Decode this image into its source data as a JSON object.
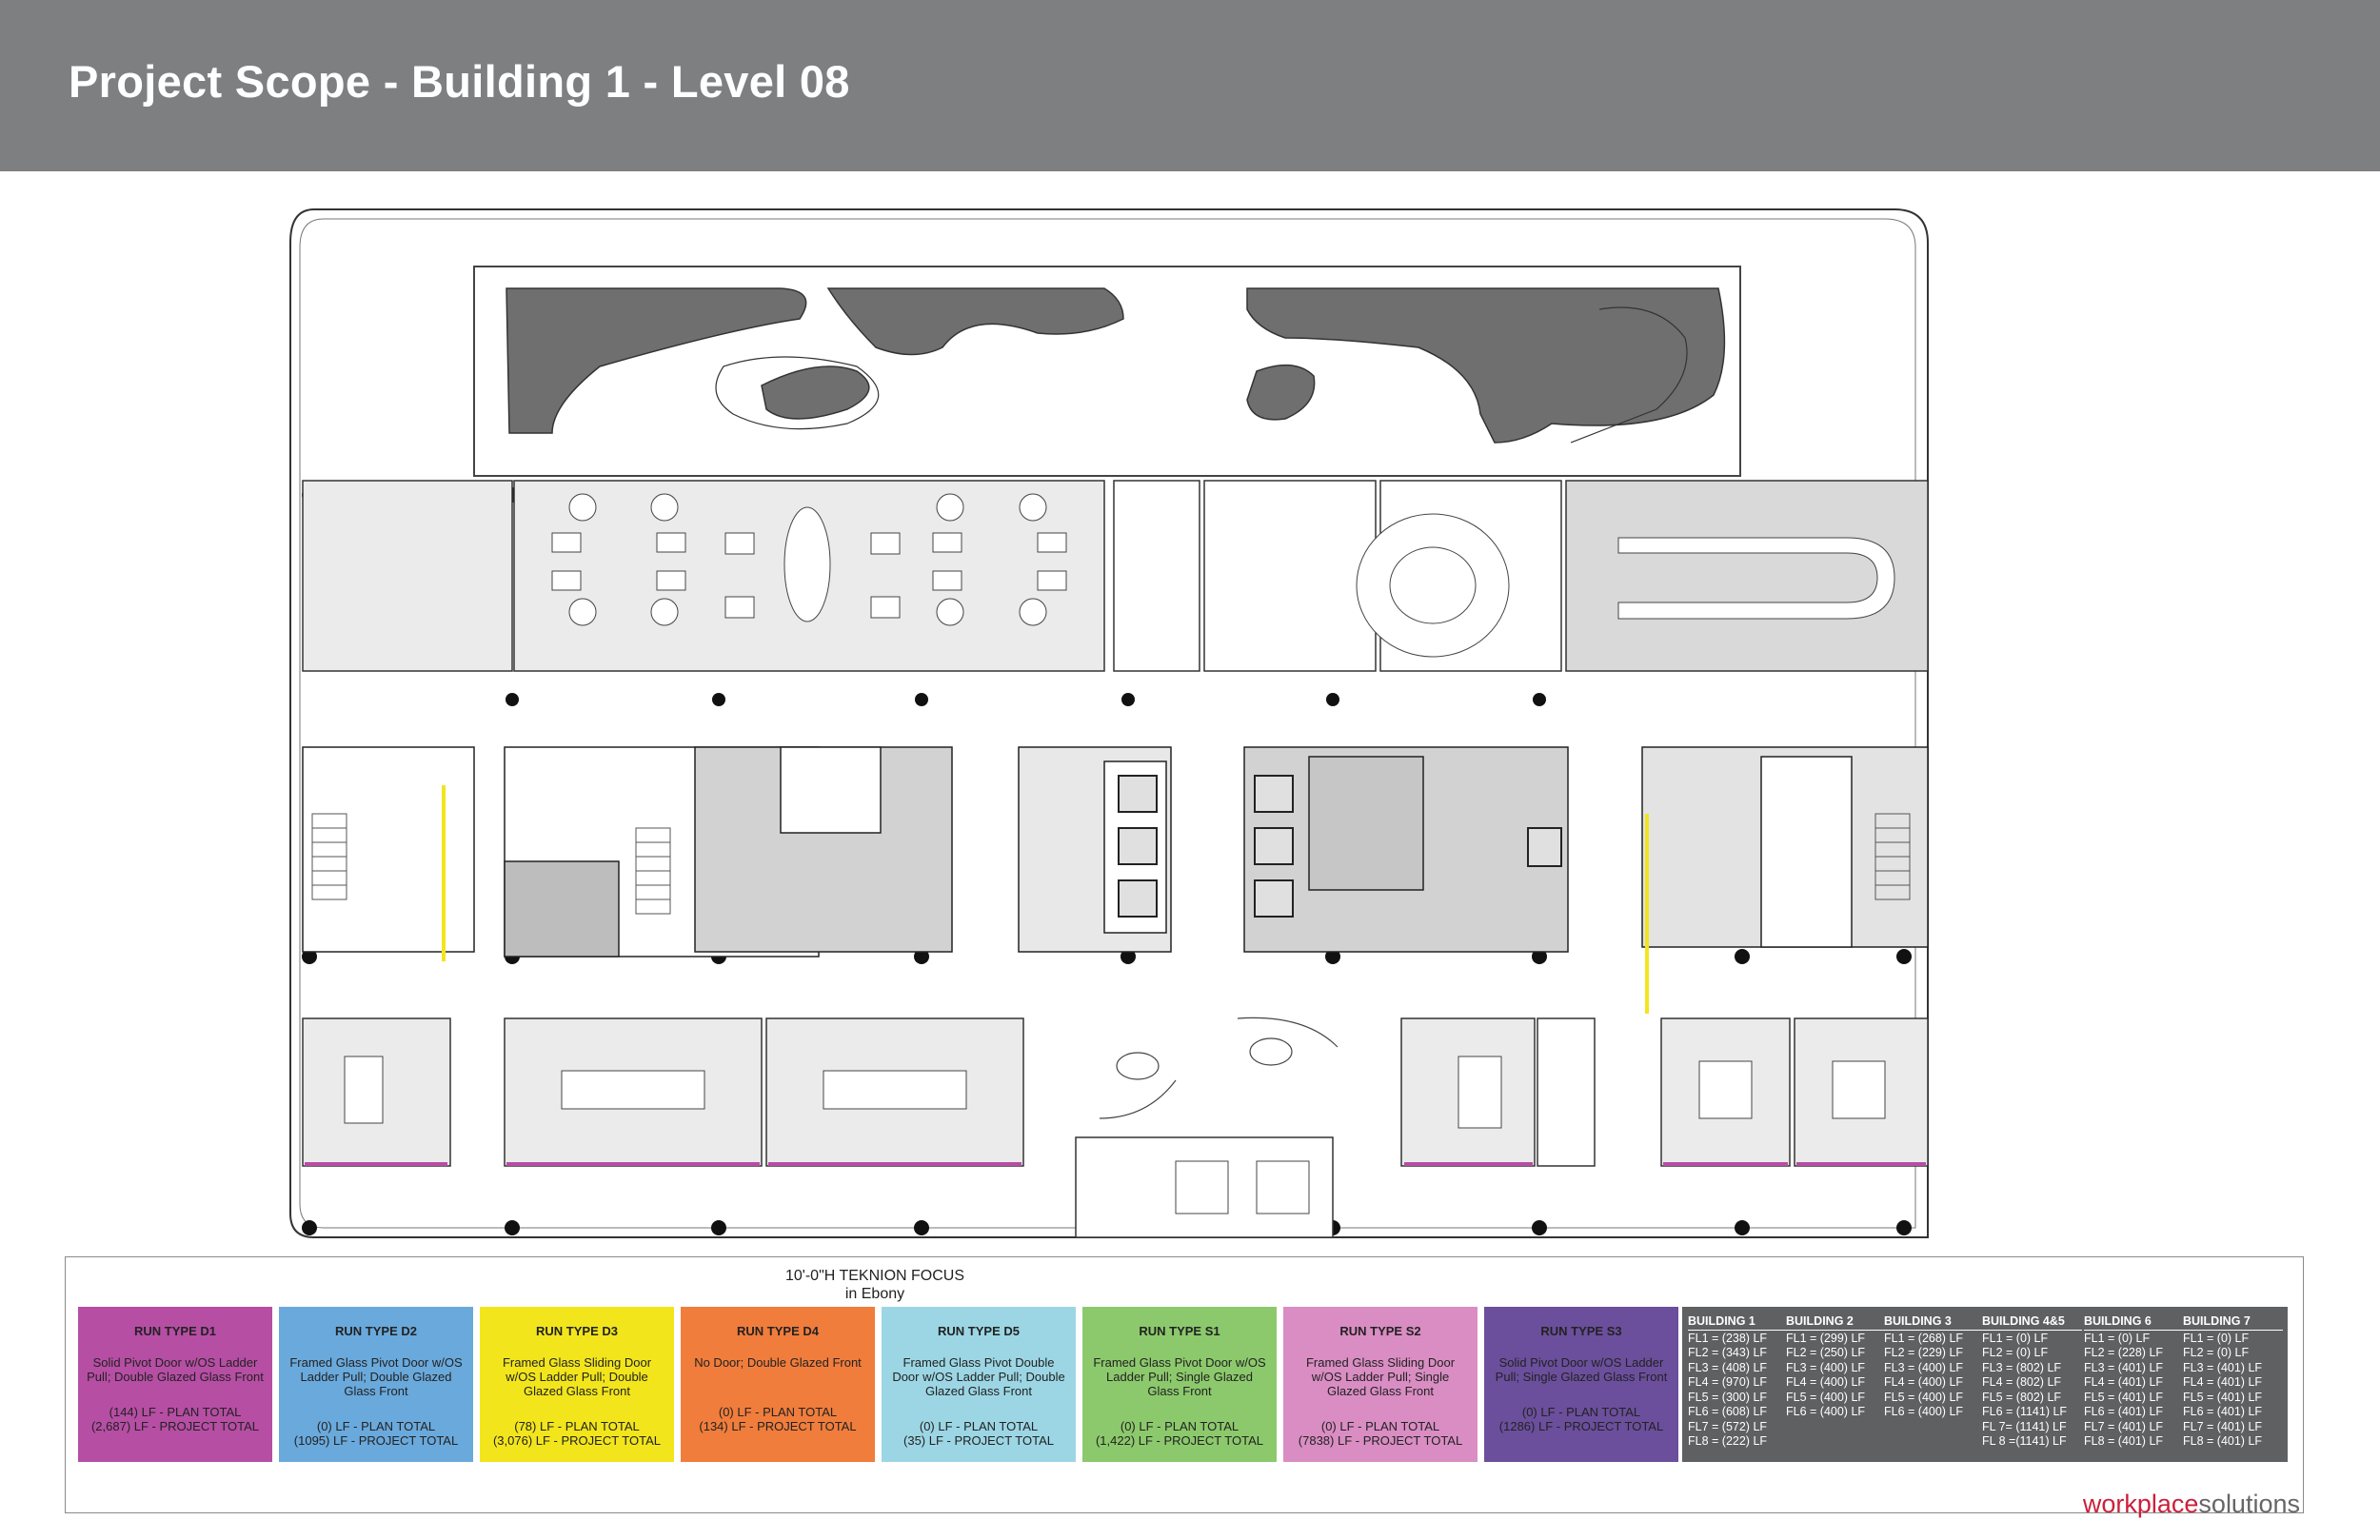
{
  "header": {
    "title": "Project Scope - Building 1 - Level 08",
    "bg_color": "#7e7f81"
  },
  "legend": {
    "title_line1": "10'-0\"H TEKNION FOCUS",
    "title_line2": "in Ebony",
    "run_types": [
      {
        "name": "RUN TYPE D1",
        "description": "Solid Pivot Door w/OS Ladder Pull; Double Glazed Glass Front",
        "plan_total": "(144) LF - PLAN TOTAL",
        "project_total": "(2,687) LF - PROJECT TOTAL",
        "color": "#b64ea4"
      },
      {
        "name": "RUN TYPE D2",
        "description": "Framed Glass Pivot Door w/OS Ladder Pull; Double Glazed Glass Front",
        "plan_total": "(0) LF - PLAN TOTAL",
        "project_total": "(1095) LF - PROJECT TOTAL",
        "color": "#6aa9dc"
      },
      {
        "name": "RUN TYPE D3",
        "description": "Framed Glass Sliding Door w/OS Ladder Pull; Double Glazed Glass Front",
        "plan_total": "(78) LF - PLAN TOTAL",
        "project_total": "(3,076) LF - PROJECT TOTAL",
        "color": "#f2e51c"
      },
      {
        "name": "RUN TYPE D4",
        "description": "No Door; Double Glazed Front",
        "plan_total": "(0) LF - PLAN TOTAL",
        "project_total": "(134) LF - PROJECT TOTAL",
        "color": "#f07d3c"
      },
      {
        "name": "RUN TYPE D5",
        "description": "Framed Glass Pivot Double Door w/OS Ladder Pull; Double Glazed Glass Front",
        "plan_total": "(0) LF - PLAN TOTAL",
        "project_total": "(35) LF - PROJECT TOTAL",
        "color": "#9cd6e4"
      },
      {
        "name": "RUN TYPE S1",
        "description": "Framed Glass Pivot Door w/OS Ladder Pull; Single Glazed Glass Front",
        "plan_total": "(0) LF - PLAN TOTAL",
        "project_total": "(1,422) LF - PROJECT TOTAL",
        "color": "#8cc96c"
      },
      {
        "name": "RUN TYPE S2",
        "description": "Framed Glass Sliding Door w/OS Ladder Pull; Single Glazed Glass Front",
        "plan_total": "(0) LF - PLAN TOTAL",
        "project_total": "(7838) LF - PROJECT TOTAL",
        "color": "#d98dc3"
      },
      {
        "name": "RUN TYPE S3",
        "description": "Solid Pivot Door w/OS Ladder Pull; Single Glazed Glass Front",
        "plan_total": "(0) LF - PLAN TOTAL",
        "project_total": "(1286) LF - PROJECT TOTAL",
        "color": "#6b4f9c"
      }
    ],
    "buildings": [
      {
        "name": "BUILDING 1",
        "floors": [
          "FL1 = (238) LF",
          "FL2 = (343) LF",
          "FL3 = (408) LF",
          "FL4 = (970) LF",
          "FL5 = (300) LF",
          "FL6 = (608) LF",
          "FL7 = (572) LF",
          "FL8 = (222) LF"
        ]
      },
      {
        "name": "BUILDING 2",
        "floors": [
          "FL1 = (299) LF",
          "FL2 = (250) LF",
          "FL3 = (400) LF",
          "FL4 = (400) LF",
          "FL5 = (400) LF",
          "FL6 = (400) LF"
        ]
      },
      {
        "name": "BUILDING 3",
        "floors": [
          "FL1 = (268) LF",
          "FL2 = (229) LF",
          "FL3 = (400) LF",
          "FL4 = (400) LF",
          "FL5 = (400) LF",
          "FL6 = (400) LF"
        ]
      },
      {
        "name": "BUILDING 4&5",
        "floors": [
          "FL1 = (0) LF",
          "FL2 = (0) LF",
          "FL3 = (802) LF",
          "FL4 = (802) LF",
          "FL5 = (802) LF",
          "FL6 = (1141) LF",
          "FL 7= (1141) LF",
          "FL 8 =(1141) LF"
        ]
      },
      {
        "name": "BUILDING 6",
        "floors": [
          "FL1 = (0) LF",
          "FL2 = (228) LF",
          "FL3 = (401) LF",
          "FL4 = (401) LF",
          "FL5 = (401) LF",
          "FL6 = (401) LF",
          "FL7 = (401) LF",
          "FL8 = (401) LF"
        ]
      },
      {
        "name": "BUILDING 7",
        "floors": [
          "FL1 = (0) LF",
          "FL2 = (0) LF",
          "FL3 = (401) LF",
          "FL4 = (401) LF",
          "FL5 = (401) LF",
          "FL6 = (401) LF",
          "FL7 = (401) LF",
          "FL8 = (401) LF"
        ]
      }
    ],
    "building_box_color": "#5f6062"
  },
  "brand": {
    "part1": "workplace",
    "part2": "solutions",
    "accent_color": "#cc1f3a"
  }
}
